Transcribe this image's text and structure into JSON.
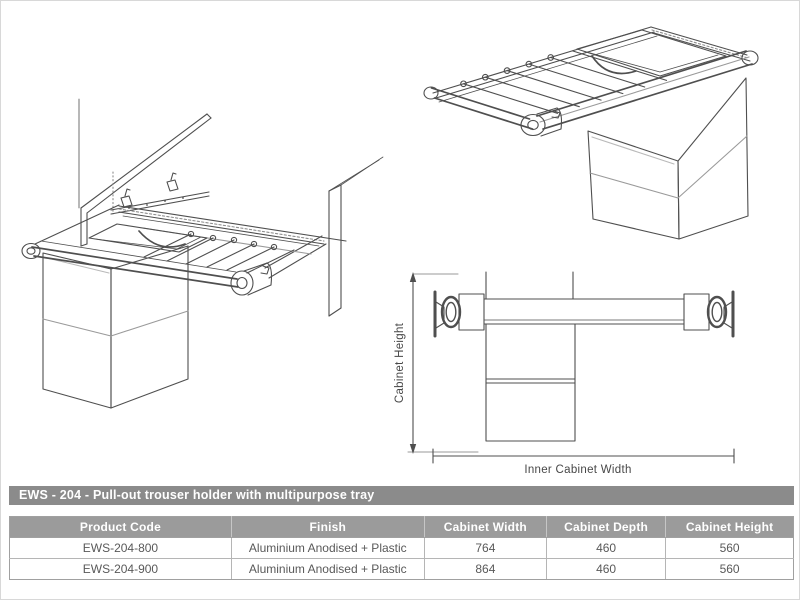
{
  "title_bar": {
    "text": "EWS - 204 - Pull-out trouser holder with multipurpose tray",
    "bg": "#8b8b8b",
    "fg": "#ffffff"
  },
  "front_view": {
    "height_label": "Cabinet Height",
    "width_label": "Inner Cabinet Width"
  },
  "table": {
    "header_bg": "#9b9b9b",
    "header_fg": "#ffffff",
    "columns": [
      "Product Code",
      "Finish",
      "Cabinet Width",
      "Cabinet Depth",
      "Cabinet Height"
    ],
    "rows": [
      [
        "EWS-204-800",
        "Aluminium Anodised + Plastic",
        "764",
        "460",
        "560"
      ],
      [
        "EWS-204-900",
        "Aluminium Anodised + Plastic",
        "864",
        "460",
        "560"
      ]
    ]
  }
}
